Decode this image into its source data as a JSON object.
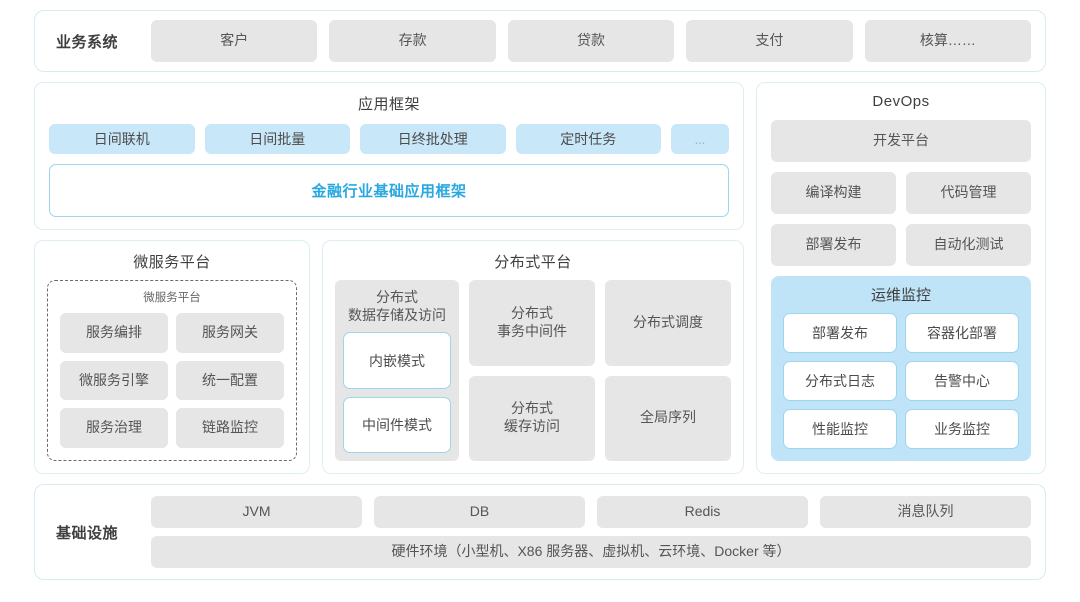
{
  "business_systems": {
    "label": "业务系统",
    "items": [
      "客户",
      "存款",
      "贷款",
      "支付",
      "核算……"
    ]
  },
  "app_framework": {
    "title": "应用框架",
    "chips": [
      "日间联机",
      "日间批量",
      "日终批处理",
      "定时任务",
      "..."
    ],
    "base": "金融行业基础应用框架",
    "base_color": "#29a8e0"
  },
  "microservice_platform": {
    "title": "微服务平台",
    "subtitle": "微服务平台",
    "items": [
      "服务编排",
      "服务网关",
      "微服务引擎",
      "统一配置",
      "服务治理",
      "链路监控"
    ]
  },
  "distributed_platform": {
    "title": "分布式平台",
    "storage": {
      "caption": "分布式\n数据存储及访问",
      "caption_line1": "分布式",
      "caption_line2": "数据存储及访问",
      "modes": [
        "内嵌模式",
        "中间件模式"
      ]
    },
    "cards": [
      {
        "line1": "分布式",
        "line2": "事务中间件"
      },
      {
        "line1": "分布式调度",
        "line2": ""
      },
      {
        "line1": "分布式",
        "line2": "缓存访问"
      },
      {
        "line1": "全局序列",
        "line2": ""
      }
    ]
  },
  "devops": {
    "title": "DevOps",
    "platform": "开发平台",
    "items": [
      "编译构建",
      "代码管理",
      "部署发布",
      "自动化测试"
    ],
    "ops_monitor": {
      "title": "运维监控",
      "items": [
        "部署发布",
        "容器化部署",
        "分布式日志",
        "告警中心",
        "性能监控",
        "业务监控"
      ]
    }
  },
  "infrastructure": {
    "label": "基础设施",
    "items": [
      "JVM",
      "DB",
      "Redis",
      "消息队列"
    ],
    "hardware": "硬件环境（小型机、X86 服务器、虚拟机、云环境、Docker 等）"
  },
  "theme": {
    "border": "#d6ecf2",
    "gray_chip": "#e6e6e6",
    "blue_chip": "#c8e7f8",
    "ops_bg": "#bfe4f7",
    "accent": "#29a8e0"
  }
}
